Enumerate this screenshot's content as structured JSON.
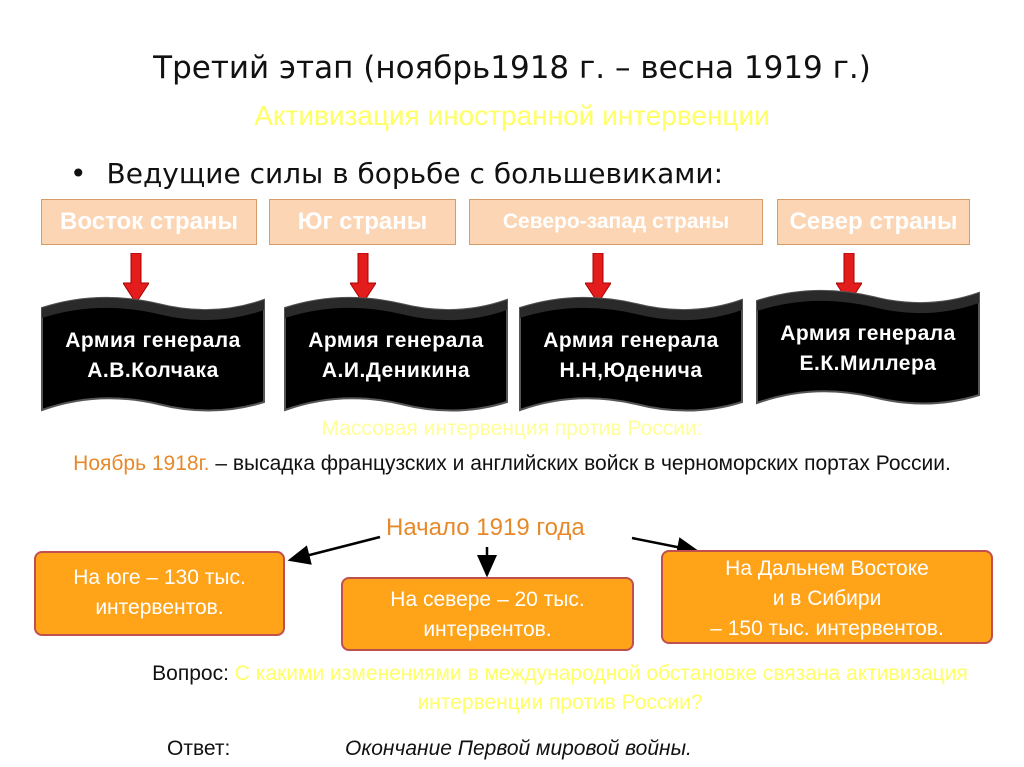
{
  "slide": {
    "title": "Третий этап  (ноябрь1918 г. – весна 1919 г.)",
    "subtitle": "Активизация иностранной интервенции",
    "bullet": "Ведущие силы в борьбе с большевиками:",
    "bullet_symbol": "•"
  },
  "regions": [
    {
      "label": "Восток страны"
    },
    {
      "label": "Юг страны"
    },
    {
      "label": "Северо-запад страны"
    },
    {
      "label": "Север страны"
    }
  ],
  "armies": [
    {
      "line1": "Армия генерала",
      "line2": "А.В.Колчака"
    },
    {
      "line1": "Армия генерала",
      "line2": "А.И.Деникина"
    },
    {
      "line1": "Армия генерала",
      "line2": "Н.Н,Юденича"
    },
    {
      "line1": "Армия генерала",
      "line2": "Е.К.Миллера"
    }
  ],
  "intervention": {
    "heading": "Массовая интервенция против России:",
    "date": "Ноябрь 1918г.",
    "text": " – высадка французских и английских войск в черноморских портах России.",
    "start": "Начало 1919 года"
  },
  "boxes": [
    {
      "line1": "На юге – 130 тыс.",
      "line2": "интервентов."
    },
    {
      "line1": "На севере – 20 тыс.",
      "line2": "интервентов."
    },
    {
      "line1": "На Дальнем Востоке",
      "line2": "и в Сибири",
      "line3": "– 150 тыс. интервентов."
    }
  ],
  "qa": {
    "question_label": "Вопрос:",
    "question": " С какими изменениями в международной обстановке связана активизация интервенции против России?",
    "answer_label": "Ответ:",
    "answer": "Окончание Первой мировой войны."
  },
  "colors": {
    "region_fill": "#fcd5b4",
    "arrow": "#e31c1c",
    "army_fill": "#000000",
    "box_fill": "#ffa319",
    "box_border": "#c0504d",
    "accent_orange": "#e6892b",
    "accent_yellow": "#ffff66"
  },
  "icons": {
    "arrow_down": "red-down-arrow-icon",
    "army_shape": "scroll-banner"
  }
}
